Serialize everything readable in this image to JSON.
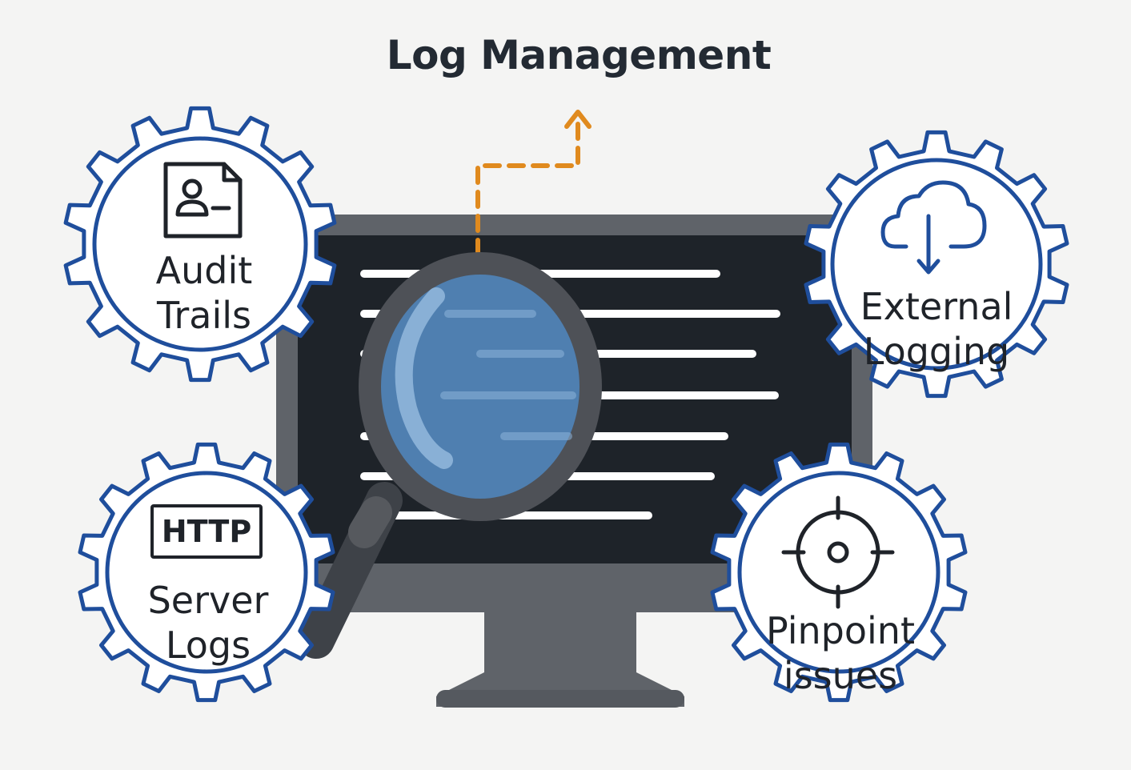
{
  "title": "Log Management",
  "colors": {
    "background": "#f4f4f3",
    "gear_outline": "#1f4e9c",
    "monitor_frame": "#5f6369",
    "screen": "#1e2329",
    "log_line": "#ffffff",
    "lens": "#4f7fb0",
    "arrow": "#e08a1e"
  },
  "gears": [
    {
      "id": "audit-trails",
      "icon": "document-user-icon",
      "lines": [
        "Audit",
        "Trails"
      ]
    },
    {
      "id": "external-logging",
      "icon": "cloud-download-icon",
      "lines": [
        "External",
        "Logging"
      ]
    },
    {
      "id": "server-logs",
      "icon": "http-badge-icon",
      "badge": "HTTP",
      "lines": [
        "Server",
        "Logs"
      ]
    },
    {
      "id": "pinpoint-issues",
      "icon": "crosshair-icon",
      "lines": [
        "Pinpoint",
        "issues"
      ]
    }
  ],
  "center": {
    "device": "monitor-icon",
    "tool": "magnifying-glass-icon",
    "connector": "dashed-arrow-up-icon"
  }
}
